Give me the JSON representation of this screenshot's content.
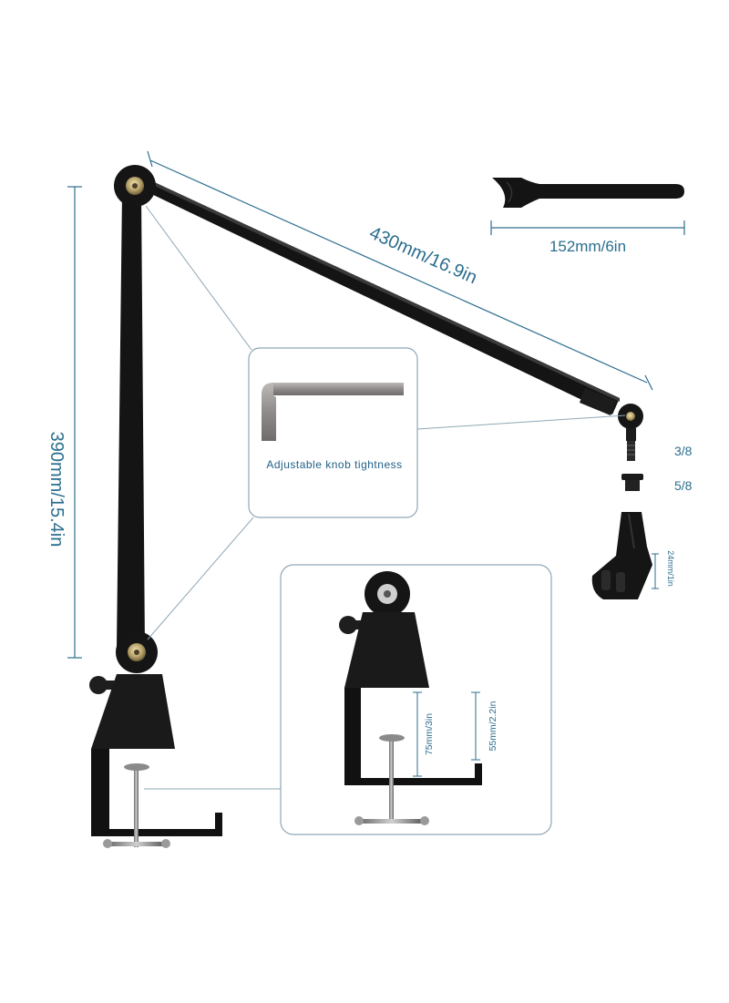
{
  "dimensions": {
    "arm_length": "430mm/16.9in",
    "arm_height": "390mm/15.4in",
    "strap_length": "152mm/6in",
    "thread_small": "3/8",
    "thread_large": "5/8",
    "clip_diameter": "24mm/1in",
    "clamp_max_opening": "75mm/3in",
    "clamp_inner_height": "55mm/2.2in"
  },
  "callout": {
    "label": "Adjustable knob tightness"
  },
  "colors": {
    "dimension_line": "#2c6e8e",
    "dimension_text": "#2c6e8e",
    "arm": "#141414",
    "callout_border": "#8fa7b5",
    "callout_text": "#1f5f86",
    "hex_key": "#8e8b8a"
  },
  "icons": {
    "hex_key": "hex-key-icon",
    "strap": "cable-strap-icon",
    "clamp": "desk-clamp-icon",
    "mic_clip": "mic-clip-icon"
  }
}
